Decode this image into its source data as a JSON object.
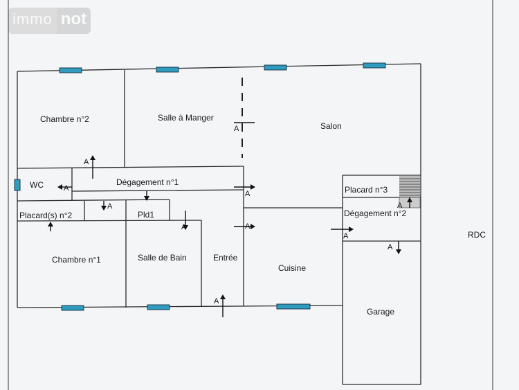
{
  "watermark": {
    "part1": "immo",
    "part2": "not"
  },
  "level_label": "RDC",
  "rooms": {
    "chambre2": "Chambre n°2",
    "salle_manger": "Salle à Manger",
    "salon": "Salon",
    "wc": "WC",
    "degagement1": "Dégagement n°1",
    "placard": "Placard(s) n°2",
    "pld1": "Pld1",
    "chambre1": "Chambre n°1",
    "salle_bain": "Salle de Bain",
    "entree": "Entrée",
    "cuisine": "Cuisine",
    "placard3": "Placard n°3",
    "degagement2": "Dégagement n°2",
    "garage": "Garage"
  },
  "marker": "A",
  "colors": {
    "window": "#2e9bbf",
    "wall": "#2a2a2a",
    "background": "#f4f5f7"
  }
}
